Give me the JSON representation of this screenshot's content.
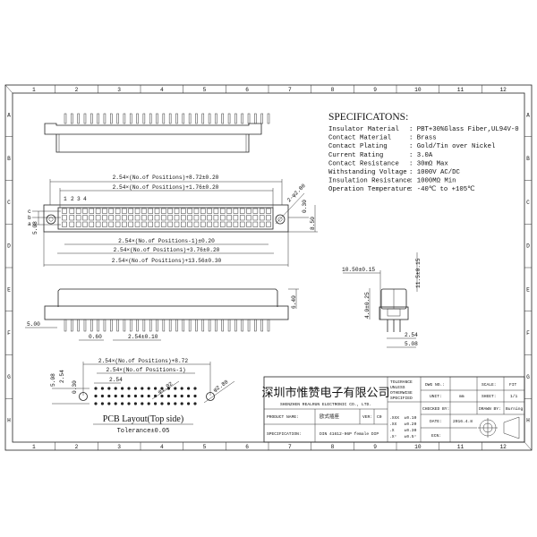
{
  "frame": {
    "columns": [
      "1",
      "2",
      "3",
      "4",
      "5",
      "6",
      "7",
      "8",
      "9",
      "10",
      "11",
      "12"
    ],
    "rows": [
      "A",
      "B",
      "C",
      "D",
      "E",
      "F",
      "G",
      "H"
    ]
  },
  "specifications": {
    "title": "SPECIFICATONS:",
    "items": [
      {
        "label": "Insulator Material",
        "value": ": PBT+30%Glass Fiber,UL94V-0"
      },
      {
        "label": "Contact Material",
        "value": ": Brass"
      },
      {
        "label": "Contact Plating",
        "value": ": Gold/Tin over Nickel"
      },
      {
        "label": "Current Rating",
        "value": ": 3.0A"
      },
      {
        "label": "Contact Resistance",
        "value": ": 30mΩ Max"
      },
      {
        "label": "Withstanding Voltage",
        "value": ": 1000V AC/DC"
      },
      {
        "label": "Insulation Resistance",
        "value": ": 1000MΩ Min"
      },
      {
        "label": "Operation Temperature",
        "value": ": -40℃ to +105℃"
      }
    ]
  },
  "front_view": {
    "dim_overall_flange": "2.54×(No.of Positions)+8.72±0.20",
    "dim_body": "2.54×(No.of Positions)+1.76±0.20",
    "pin_numbers": [
      "1",
      "2",
      "3",
      "4"
    ],
    "row_labels": [
      "c",
      "b",
      "a"
    ],
    "dim_pitch_span": "2.54×(No.of Positions-1)±0.20",
    "dim_inner": "2.54×(No.of Positions)+3.76±0.20",
    "dim_total": "2.54×(No.of Positions)+13.56±0.30",
    "dim_row_span": "5.08",
    "dim_hole": "2-φ2.80",
    "dim_offset": "0.30",
    "dim_height": "8.50"
  },
  "side_view": {
    "dim_height": "6.40",
    "dim_pin_length": "5.00",
    "dim_pin_width": "0.60",
    "dim_pitch": "2.54±0.10"
  },
  "end_view": {
    "dim_width": "10.50±0.15",
    "dim_height": "11.5±0.15",
    "dim_base": "4.0±0.25",
    "dim_pitch": "2.54",
    "dim_row_span": "5.08"
  },
  "pcb_layout": {
    "dim_overall": "2.54×(No.of Positions)+8.72",
    "dim_span": "2.54×(No.of Positions-1)",
    "dim_pitch": "2.54",
    "dim_row_span": "5.08",
    "dim_row_pitch": "2.54",
    "dim_offset": "0.30",
    "dim_pin_hole": "φ1.02",
    "dim_mount_hole": "φ2.80",
    "title": "PCB Layout(Top side)",
    "tolerance": "Tolerance±0.05"
  },
  "title_block": {
    "company_cn": "深圳市惟赞电子有限公司",
    "company_en": "SHENZHEN REALRUN ELECTRONIC CO., LTD.",
    "product_name_label": "PRODUCT NAME:",
    "product_name": "欧式插座",
    "ver_label": "VER:",
    "ver": "C0",
    "specification_label": "SPECIFICATION:",
    "specification": "DIN 41612-96P female DIP",
    "tolerance_header": [
      "TOLERANCE",
      "UNLESS",
      "OTHERWISE",
      "SPECIFIED"
    ],
    "tolerances": [
      ".XXX  ±0.10",
      ".XX   ±0.20",
      ".X    ±0.30",
      ".X°   ±0.5°"
    ],
    "dwg_no_label": "DWG NO.:",
    "dwg_no": "",
    "unit_label": "UNIT:",
    "unit": "mm",
    "checked_by_label": "CHECKED BY:",
    "checked_by": "",
    "date_label": "DATE:",
    "date": "2016.4.8",
    "ecn_label": "ECN:",
    "ecn": "",
    "scale_label": "SCALE:",
    "scale": "FIT",
    "sheet_label": "SHEET:",
    "sheet": "1/1",
    "drawn_by_label": "DRAWN BY:",
    "drawn_by": "Burning"
  }
}
